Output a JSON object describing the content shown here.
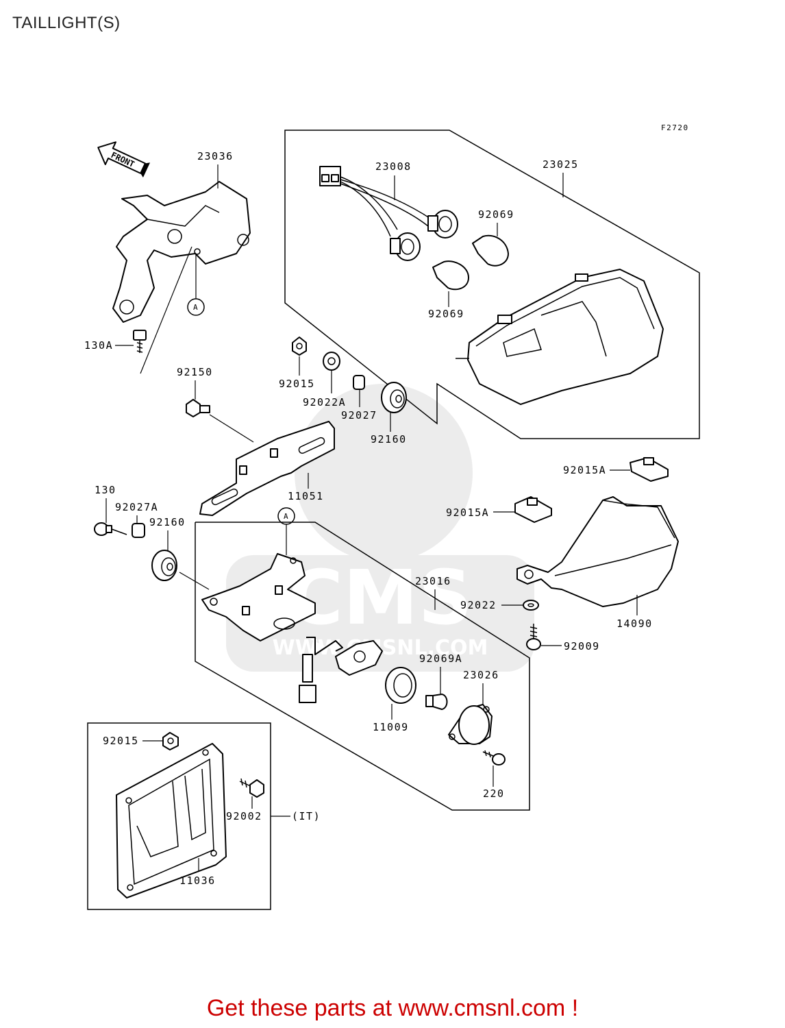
{
  "title": "TAILLIGHT(S)",
  "figure_code": "F2720",
  "front_label": "FRONT",
  "ref_a_label": "A",
  "watermark": {
    "brand": "CMS",
    "url": "WWW.CMSNL.COM"
  },
  "callouts": {
    "c23036": "23036",
    "c23008": "23008",
    "c23025": "23025",
    "c92069_top": "92069",
    "c92069_bottom": "92069",
    "c130A": "130A",
    "c92150": "92150",
    "c92015_mid": "92015",
    "c92022A": "92022A",
    "c92027": "92027",
    "c92160_top": "92160",
    "c11051": "11051",
    "c92015A_top": "92015A",
    "c92015A_mid": "92015A",
    "c130": "130",
    "c92027A": "92027A",
    "c92160_left": "92160",
    "c23016": "23016",
    "c92022": "92022",
    "c14090": "14090",
    "c92009": "92009",
    "c92069A": "92069A",
    "c23026": "23026",
    "c11009": "11009",
    "c220": "220",
    "c92015_plate": "92015",
    "c92002": "92002",
    "c_it": "(IT)",
    "c11036": "11036"
  },
  "footer": "Get these parts at www.cmsnl.com !"
}
